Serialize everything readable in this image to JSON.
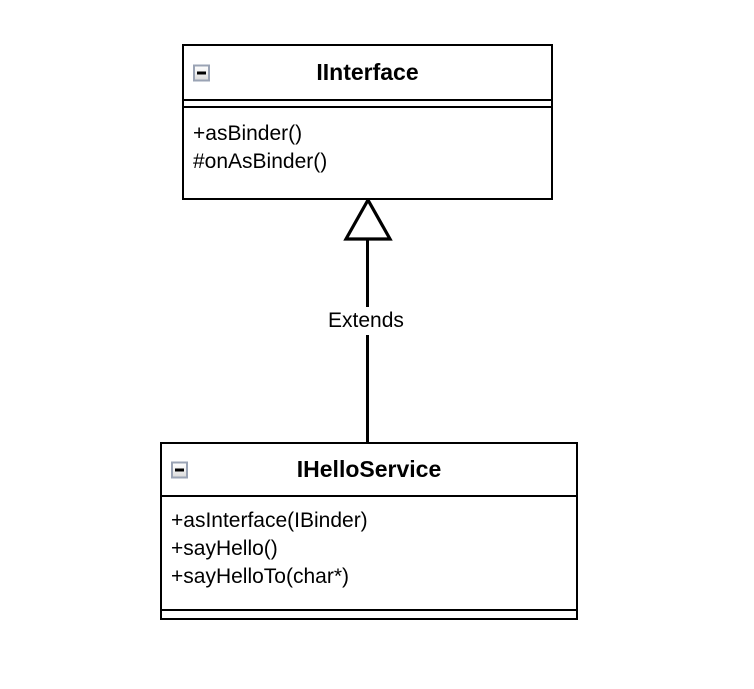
{
  "diagram": {
    "type": "uml-class-diagram",
    "background_color": "#ffffff",
    "line_color": "#000000",
    "classes": [
      {
        "id": "iinterface",
        "name": "IInterface",
        "collapse_icon": "minus-icon",
        "members": [
          "+asBinder()",
          "#onAsBinder()"
        ]
      },
      {
        "id": "ihelloservice",
        "name": "IHelloService",
        "collapse_icon": "minus-icon",
        "members": [
          "+asInterface(IBinder)",
          "+sayHello()",
          "+sayHelloTo(char*)"
        ]
      }
    ],
    "relationships": [
      {
        "id": "extends-rel",
        "label": "Extends",
        "kind": "generalization",
        "from": "IHelloService",
        "to": "IInterface",
        "arrow": "hollow-triangle"
      }
    ]
  }
}
